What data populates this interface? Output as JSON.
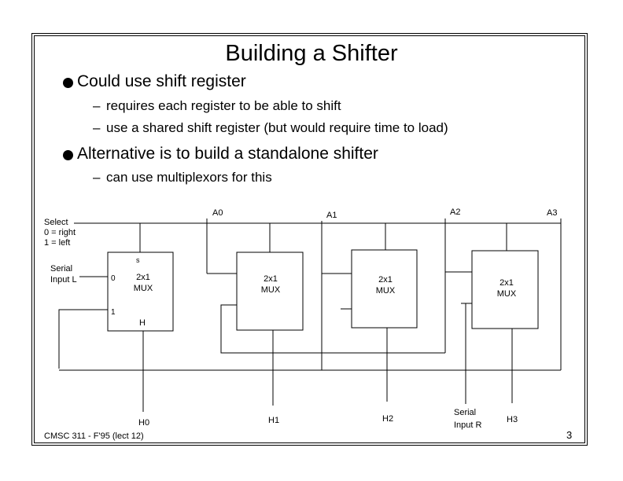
{
  "title": "Building a Shifter",
  "bullets": [
    {
      "text": "Could use shift register",
      "subs": [
        "requires each register to be able to shift",
        "use a shared shift register (but would require time to load)"
      ]
    },
    {
      "text": "Alternative is to build a standalone shifter",
      "subs": [
        "can use multiplexors for this"
      ]
    }
  ],
  "dash": "–",
  "diagram": {
    "select_label": "Select",
    "select_right": "0 = right",
    "select_left": "1 = left",
    "serial_input_l_line1": "Serial",
    "serial_input_l_line2": "Input L",
    "serial_input_r_line1": "Serial",
    "serial_input_r_line2": "Input R",
    "inputs": [
      "A0",
      "A1",
      "A2",
      "A3"
    ],
    "outputs": [
      "H0",
      "H1",
      "H2",
      "H3"
    ],
    "mux_line1": "2x1",
    "mux_line2": "MUX",
    "mux_s": "s",
    "mux_in0": "0",
    "mux_in1": "1",
    "mux_h": "H"
  },
  "footer": "CMSC 311 - F'95 (lect 12)",
  "page_number": "3"
}
